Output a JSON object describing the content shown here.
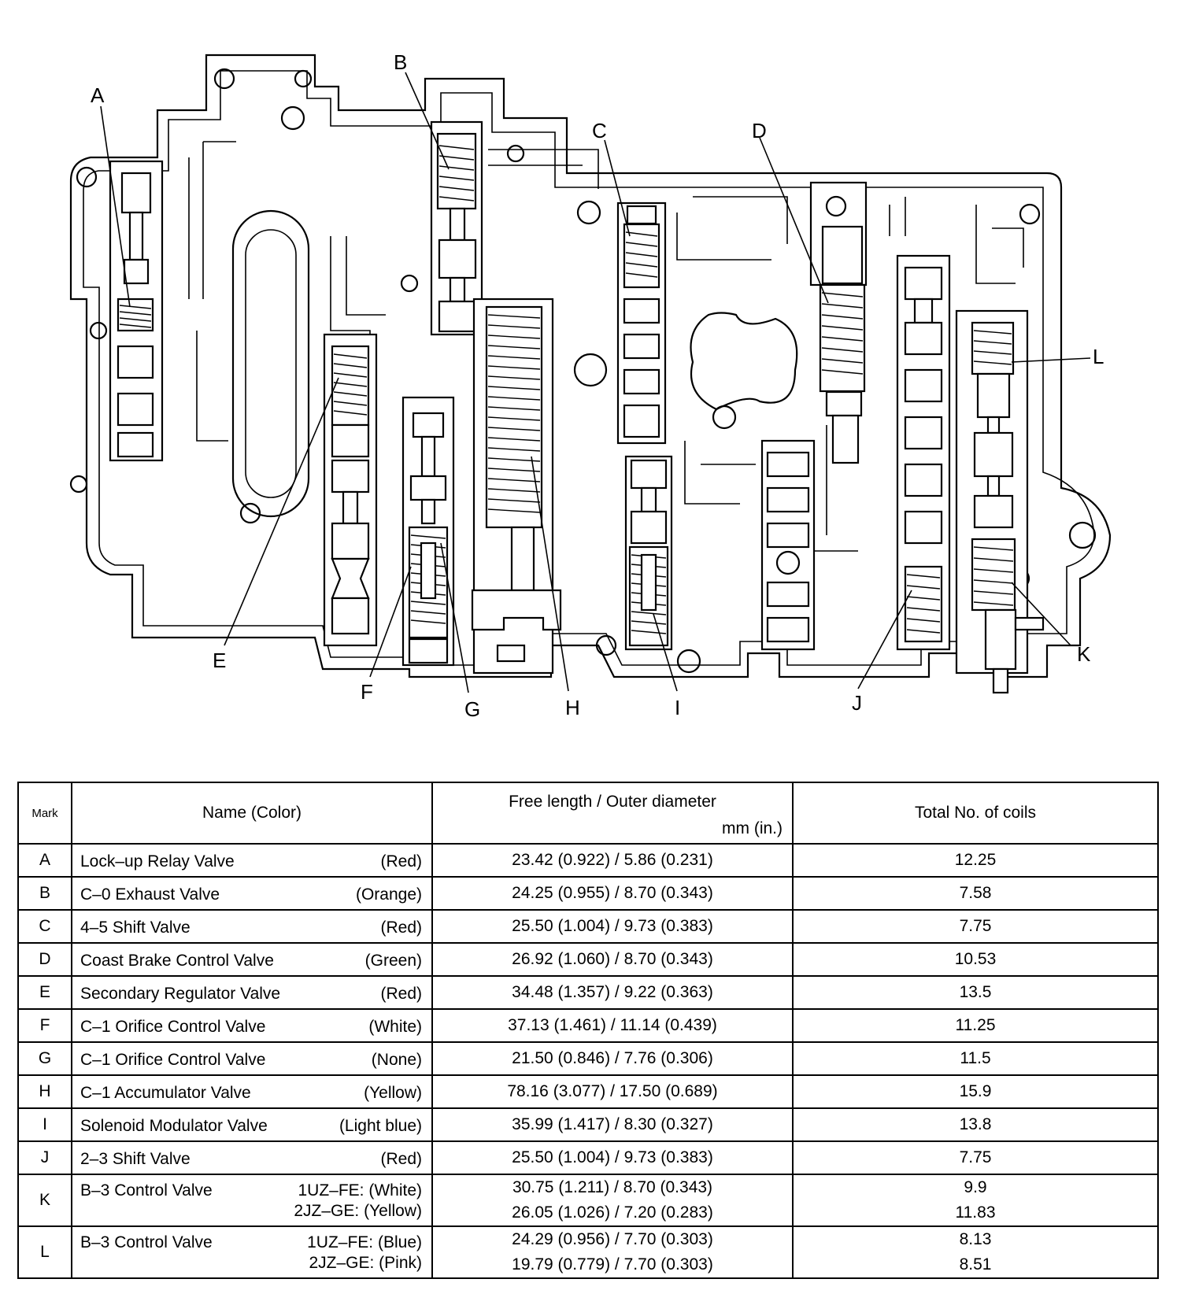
{
  "diagram": {
    "callouts": [
      "A",
      "B",
      "C",
      "D",
      "E",
      "F",
      "G",
      "H",
      "I",
      "J",
      "K",
      "L"
    ]
  },
  "table": {
    "headers": {
      "mark": "Mark",
      "name": "Name (Color)",
      "length": "Free length / Outer diameter",
      "length_unit": "mm (in.)",
      "coils": "Total No. of coils"
    },
    "rows": [
      {
        "mark": "A",
        "name": "Lock–up Relay Valve",
        "color": "(Red)",
        "length": "23.42 (0.922) / 5.86 (0.231)",
        "coils": "12.25"
      },
      {
        "mark": "B",
        "name": "C–0 Exhaust Valve",
        "color": "(Orange)",
        "length": "24.25 (0.955) / 8.70 (0.343)",
        "coils": "7.58"
      },
      {
        "mark": "C",
        "name": "4–5 Shift Valve",
        "color": "(Red)",
        "length": "25.50 (1.004) / 9.73 (0.383)",
        "coils": "7.75"
      },
      {
        "mark": "D",
        "name": "Coast Brake Control Valve",
        "color": "(Green)",
        "length": "26.92 (1.060) / 8.70 (0.343)",
        "coils": "10.53"
      },
      {
        "mark": "E",
        "name": "Secondary Regulator Valve",
        "color": "(Red)",
        "length": "34.48 (1.357) / 9.22 (0.363)",
        "coils": "13.5"
      },
      {
        "mark": "F",
        "name": "C–1 Orifice Control Valve",
        "color": "(White)",
        "length": "37.13 (1.461) / 11.14 (0.439)",
        "coils": "11.25"
      },
      {
        "mark": "G",
        "name": "C–1 Orifice Control Valve",
        "color": "(None)",
        "length": "21.50 (0.846) / 7.76 (0.306)",
        "coils": "11.5"
      },
      {
        "mark": "H",
        "name": "C–1 Accumulator Valve",
        "color": "(Yellow)",
        "length": "78.16 (3.077) / 17.50 (0.689)",
        "coils": "15.9"
      },
      {
        "mark": "I",
        "name": "Solenoid Modulator Valve",
        "color": "(Light blue)",
        "length": "35.99 (1.417) / 8.30 (0.327)",
        "coils": "13.8"
      },
      {
        "mark": "J",
        "name": "2–3 Shift Valve",
        "color": "(Red)",
        "length": "25.50 (1.004) / 9.73 (0.383)",
        "coils": "7.75"
      }
    ],
    "multi_rows": [
      {
        "mark": "K",
        "name": "B–3 Control Valve",
        "color1": "1UZ–FE: (White)",
        "length1": "30.75 (1.211) / 8.70 (0.343)",
        "coils1": "9.9",
        "color2": "2JZ–GE: (Yellow)",
        "length2": "26.05 (1.026) / 7.20 (0.283)",
        "coils2": "11.83"
      },
      {
        "mark": "L",
        "name": "B–3 Control Valve",
        "color1": "1UZ–FE: (Blue)",
        "length1": "24.29 (0.956) / 7.70 (0.303)",
        "coils1": "8.13",
        "color2": "2JZ–GE: (Pink)",
        "length2": "19.79 (0.779) / 7.70 (0.303)",
        "coils2": "8.51"
      }
    ]
  }
}
